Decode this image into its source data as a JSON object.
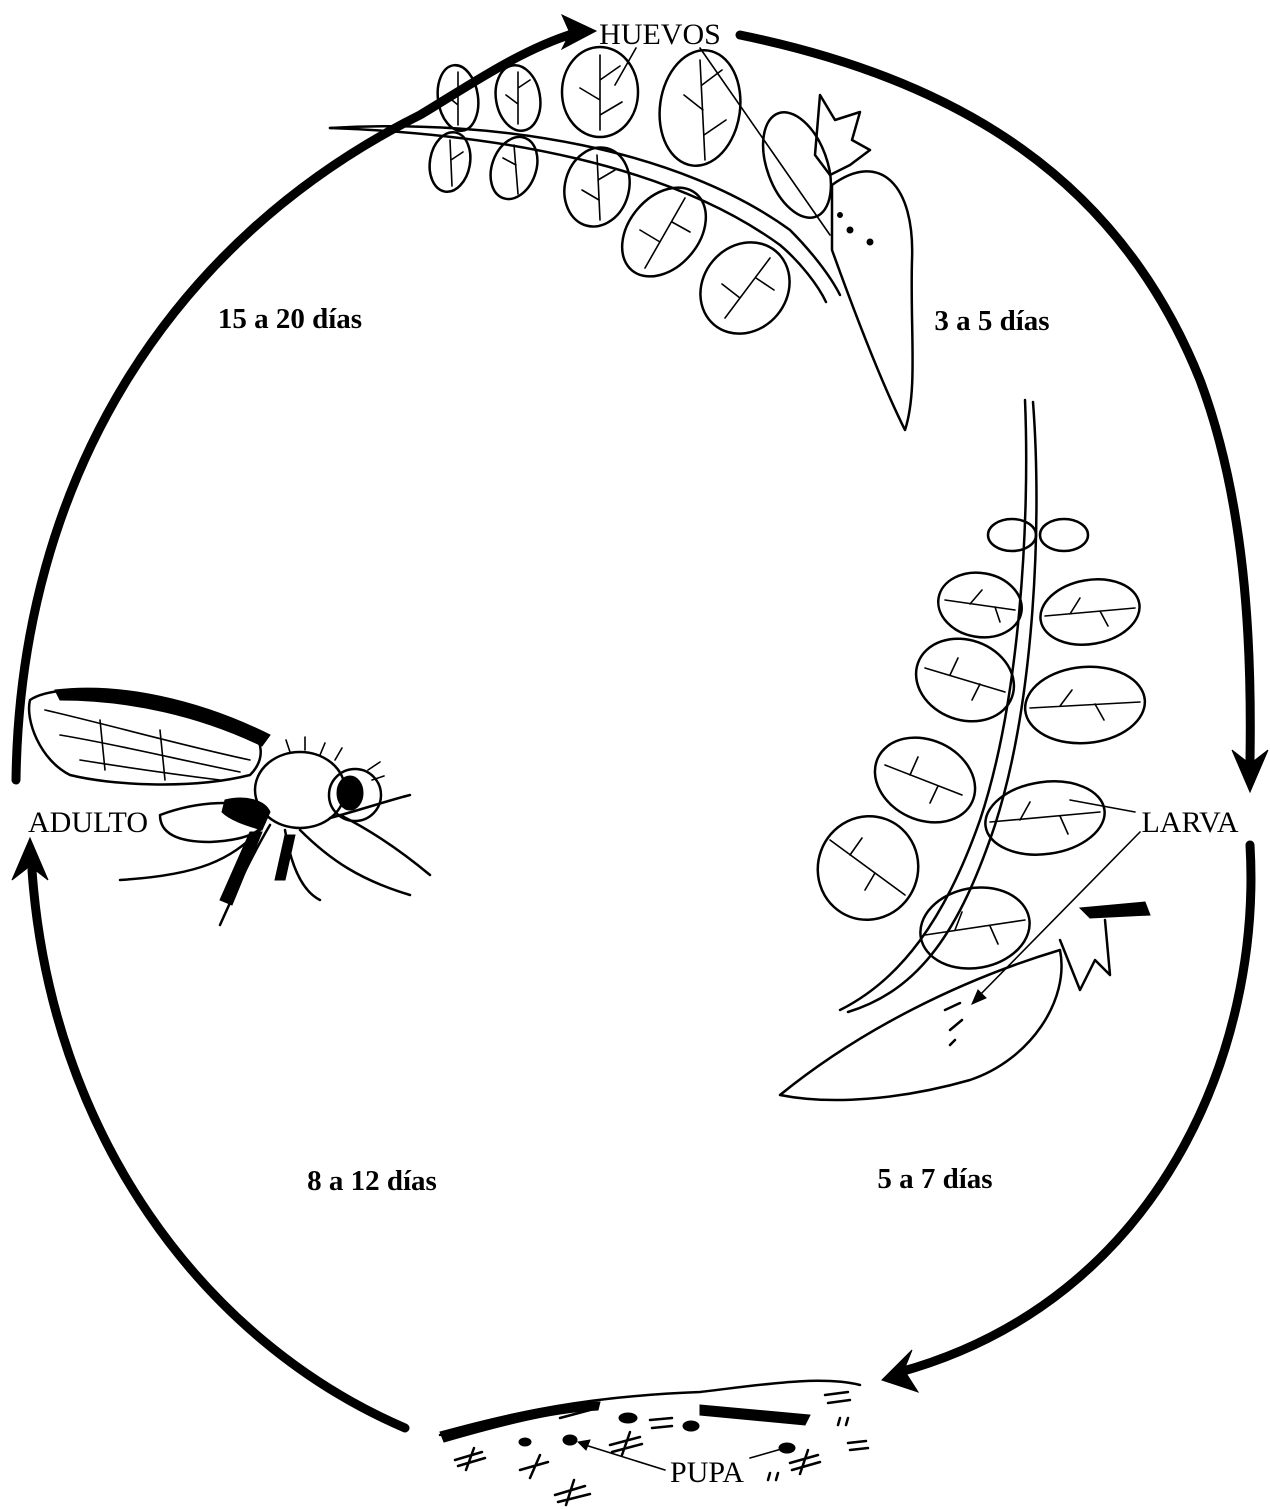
{
  "stages": {
    "eggs": "HUEVOS",
    "larva": "LARVA",
    "pupa": "PUPA",
    "adult": "ADULTO"
  },
  "durations": {
    "eggs_to_larva": "3 a 5 días",
    "larva_to_pupa": "5 a 7 días",
    "pupa_to_adult": "8 a 12 días",
    "adult_to_eggs": "15 a 20 días"
  }
}
